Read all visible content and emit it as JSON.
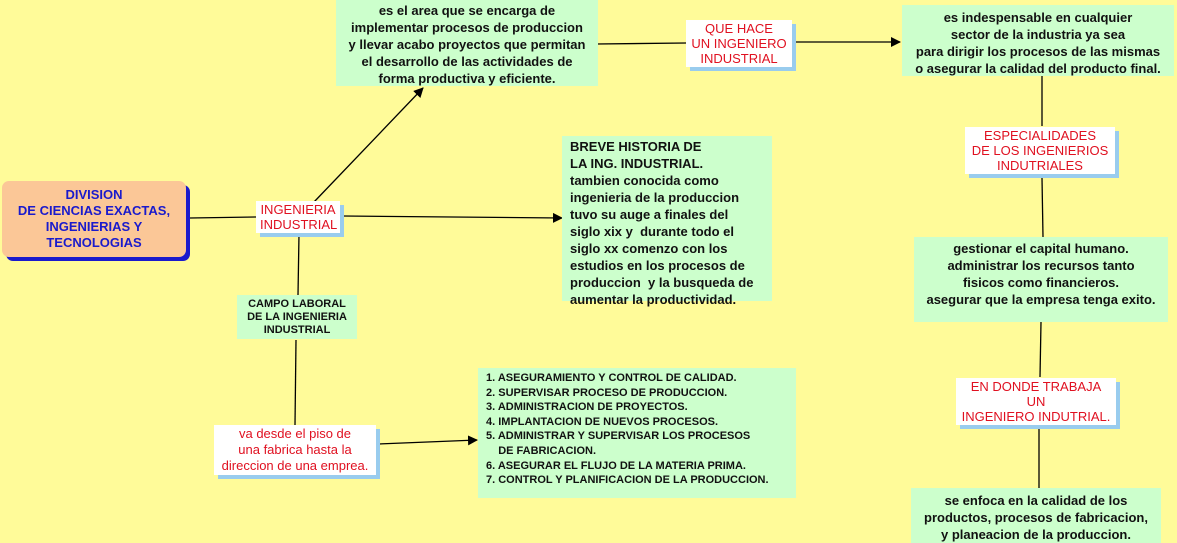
{
  "root": {
    "lines": [
      "DIVISION",
      "DE CIENCIAS EXACTAS,",
      "INGENIERIAS Y",
      "TECNOLOGIAS"
    ]
  },
  "center": {
    "lines": [
      "INGENIERIA",
      "INDUSTRIAL"
    ]
  },
  "definition": {
    "lines": [
      "es el area que se encarga de",
      "implementar procesos de produccion",
      "y llevar acabo proyectos que permitan",
      "el desarrollo de las actividades de",
      "forma productiva y eficiente."
    ]
  },
  "que_hace_label": {
    "lines": [
      "QUE HACE",
      "UN INGENIERO",
      "INDUSTRIAL"
    ]
  },
  "que_hace": {
    "lines": [
      "es indespensable en cualquier",
      "sector de la industria ya sea",
      "para dirigir los procesos de las mismas",
      "o asegurar la calidad del producto final."
    ]
  },
  "especialidades_label": {
    "lines": [
      "ESPECIALIDADES",
      "DE LOS INGENIERIOS",
      "INDUTRIALES"
    ]
  },
  "especialidades": {
    "lines": [
      "gestionar el capital humano.",
      "administrar los recursos tanto",
      "fisicos como financieros.",
      "asegurar que la empresa tenga exito."
    ]
  },
  "donde_label": {
    "lines": [
      "EN DONDE TRABAJA",
      "UN",
      "INGENIERO INDUTRIAL."
    ]
  },
  "donde": {
    "lines": [
      "se enfoca en la calidad de los",
      "productos, procesos de fabricacion,",
      "y planeacion de la produccion."
    ]
  },
  "historia": {
    "lines": [
      "BREVE HISTORIA DE",
      "LA ING. INDUSTRIAL.",
      "tambien conocida como",
      "ingenieria de la produccion",
      "tuvo su auge a finales del",
      "siglo xix y  durante todo el",
      "siglo xx comenzo con los",
      "estudios en los procesos de",
      "produccion  y la busqueda de",
      "aumentar la productividad."
    ]
  },
  "campo_label": {
    "lines": [
      "CAMPO LABORAL",
      "DE LA INGENIERIA",
      "INDUSTRIAL"
    ]
  },
  "campo_desc": {
    "lines": [
      "va desde el piso de",
      "una fabrica hasta la",
      "direccion de una emprea."
    ]
  },
  "campo_list": {
    "lines": [
      "1. ASEGURAMIENTO Y CONTROL DE CALIDAD.",
      "2. SUPERVISAR PROCESO DE PRODUCCION.",
      "3. ADMINISTRACION DE PROYECTOS.",
      "4. IMPLANTACION DE NUEVOS PROCESOS.",
      "5. ADMINISTRAR Y SUPERVISAR LOS PROCESOS",
      "    DE FABRICACION.",
      "6. ASEGURAR EL FLUJO DE LA MATERIA PRIMA.",
      "7. CONTROL Y PLANIFICACION DE LA PRODUCCION."
    ]
  },
  "colors": {
    "background": "#fffb99",
    "note_fill": "#ccffcc",
    "root_fill": "#fbc797",
    "root_text": "#1a1acc",
    "label_text": "#e01020",
    "label_shadow": "#99ccee"
  }
}
